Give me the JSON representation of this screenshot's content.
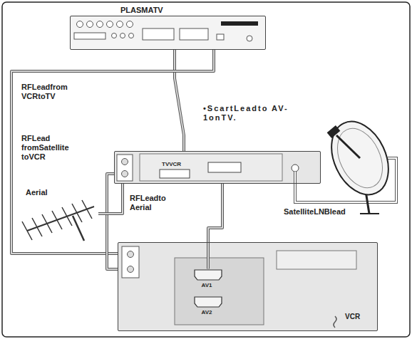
{
  "diagram": {
    "nodes": [
      {
        "text": [
          "PLASMATV"
        ]
      },
      {
        "text": [
          "TVVCR"
        ]
      },
      {
        "text": [
          "Aerial"
        ]
      },
      {
        "text": [
          "VCR"
        ]
      },
      {
        "text": [
          "AV1"
        ],
        "in": 3
      },
      {
        "text": [
          "AV2"
        ],
        "in": 3
      }
    ],
    "edges": [
      {
        "from": 0,
        "to": 1,
        "arrow": "none",
        "label": "•ScartLeadto AV-1onTV."
      },
      {
        "from": 3,
        "to": 0,
        "arrow": "none",
        "label": "RFLeadfrom VCRtoTV"
      },
      {
        "from": 1,
        "to": 3,
        "arrow": "none",
        "label": "RFLead fromSatellite toVCR"
      },
      {
        "from": 1,
        "to": 2,
        "arrow": "none",
        "label": "RFLeadto Aerial"
      },
      {
        "from": 1,
        "to": 4,
        "arrow": "none"
      }
    ],
    "labels": [
      "SatelliteLNBlead"
    ]
  }
}
